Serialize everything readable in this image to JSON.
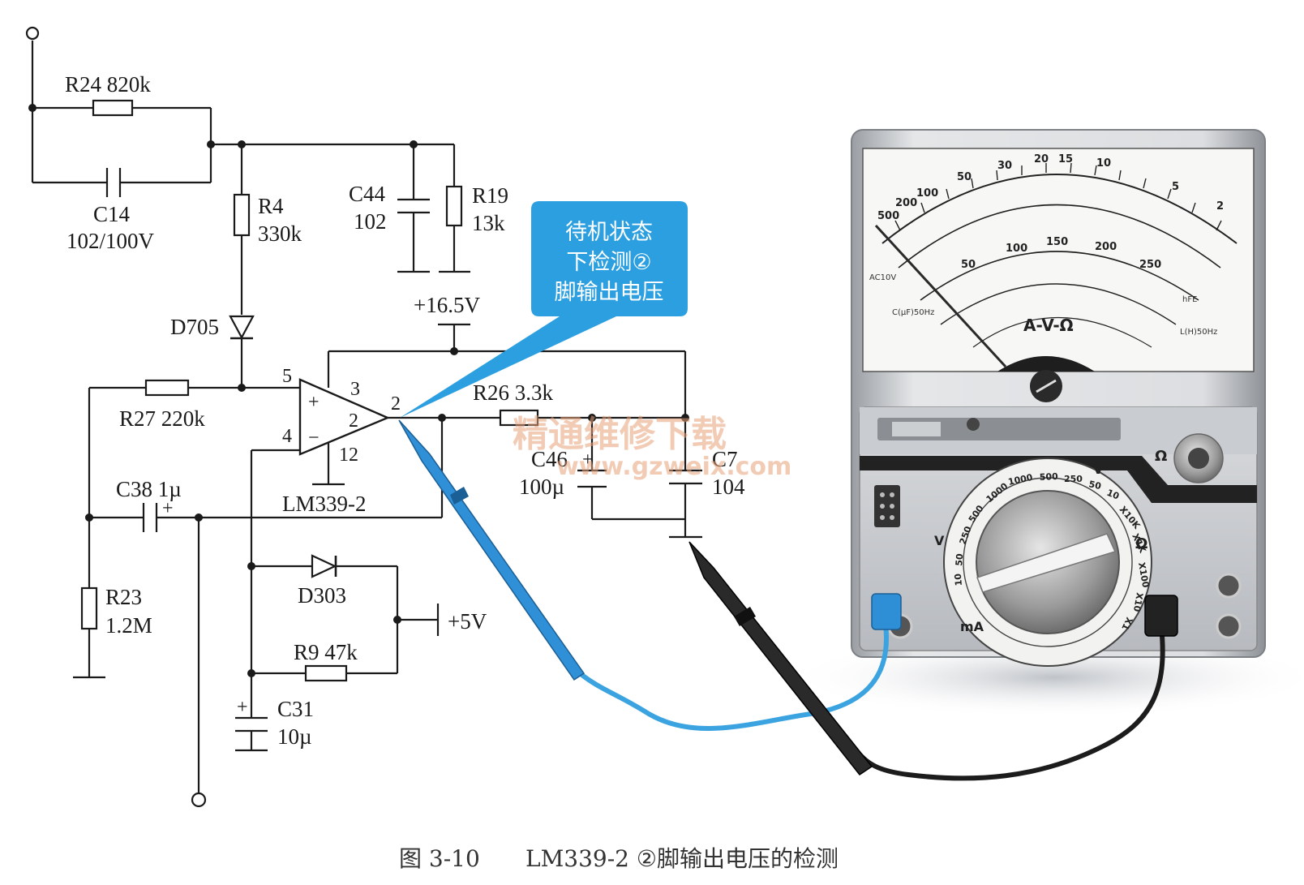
{
  "components": {
    "r24": "R24 820k",
    "c14": "C14",
    "c14_value": "102/100V",
    "r4": "R4",
    "r4_value": "330k",
    "c44": "C44",
    "c44_value": "102",
    "r19": "R19",
    "r19_value": "13k",
    "d705": "D705",
    "r27": "R27 220k",
    "c38": "C38 1µ",
    "r23": "R23",
    "r23_value": "1.2M",
    "opamp": "LM339-2",
    "r26": "R26 3.3k",
    "c46": "C46",
    "c46_value": "100µ",
    "c7": "C7",
    "c7_value": "104",
    "d303": "D303",
    "r9": "R9 47k",
    "c31": "C31",
    "c31_value": "10µ"
  },
  "pins": {
    "p5": "5",
    "p3": "3",
    "p2_out": "2",
    "p2_in": "2",
    "p4": "4",
    "p12": "12",
    "plus": "+",
    "minus": "−"
  },
  "supplies": {
    "v16_5": "+16.5V",
    "v5": "+5V"
  },
  "callout": {
    "line1": "待机状态",
    "line2": "下检测②",
    "line3": "脚输出电压"
  },
  "watermark": {
    "line1": "精通维修下载",
    "line2": "www.gzweix.com"
  },
  "meter": {
    "scale_title": "A-V-Ω",
    "label_ac": "AC10V",
    "label_cap": "C(µF)50Hz",
    "label_lo": "L(H)50Hz",
    "label_hfe": "hFE",
    "label_ohm_side": "Ω",
    "label_v_dc": "V",
    "label_v_ac": "V",
    "label_ma": "mA",
    "label_ohm_dial": "Ω",
    "scale_top": [
      "500",
      "200",
      "100",
      "50",
      "30",
      "20",
      "15",
      "10",
      "5",
      "2"
    ],
    "scale_mid": [
      "50",
      "100",
      "150",
      "200",
      "250"
    ],
    "dial_v": [
      "1000",
      "500",
      "250",
      "50",
      "10"
    ],
    "dial_ohm": [
      "X10K",
      "X1K",
      "X100",
      "X10",
      "X1"
    ],
    "dial_left": [
      "1000",
      "500",
      "250",
      "50",
      "10"
    ]
  },
  "caption": {
    "figure": "图 3-10",
    "text": "LM339-2 ②脚输出电压的检测"
  }
}
